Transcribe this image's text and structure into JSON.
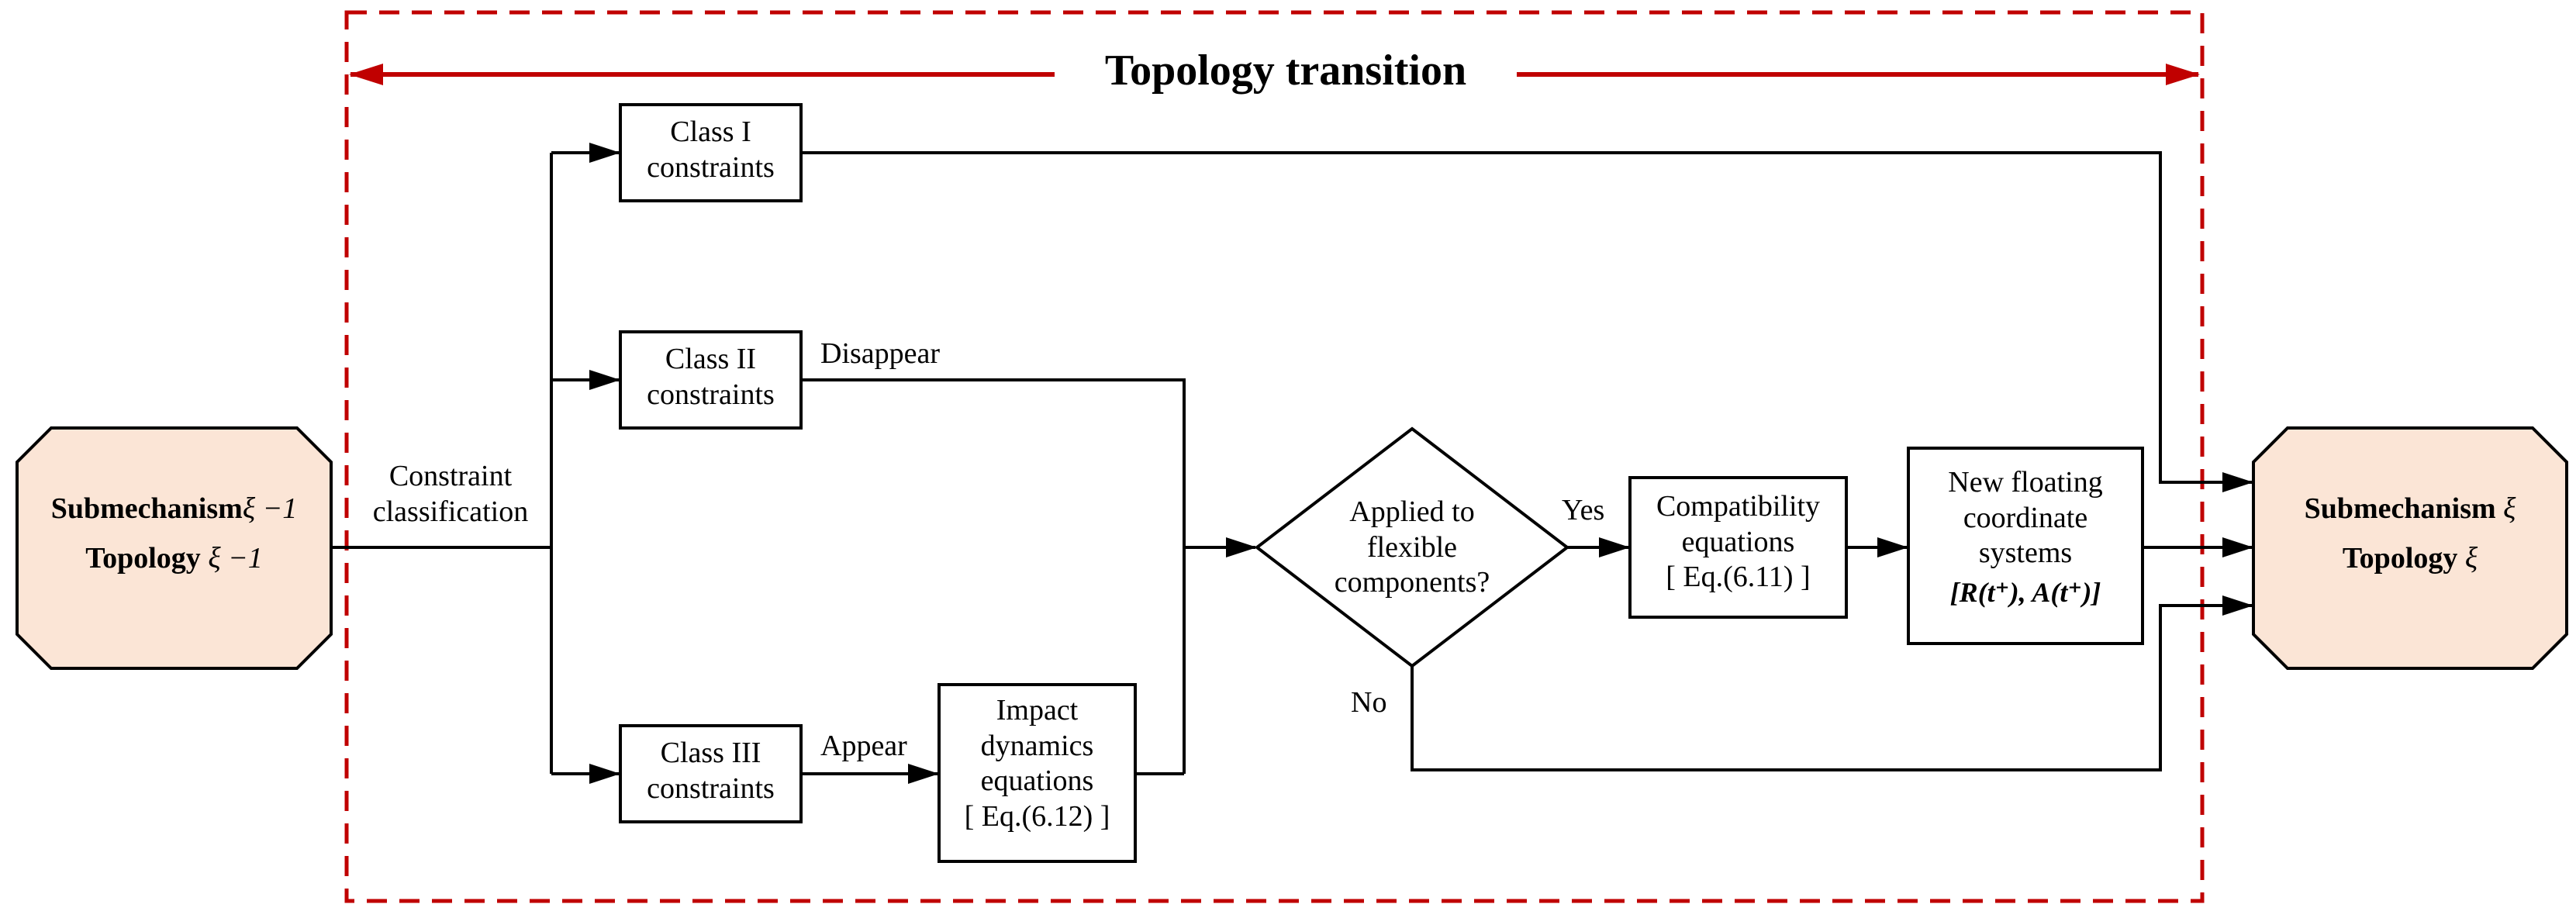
{
  "title": "Topology transition",
  "colors": {
    "dashed_frame": "#c00000",
    "octagon_fill": "#fbe5d6",
    "line": "#000000"
  },
  "left_node": {
    "line1_bold": "Submechanism",
    "line1_sym": "ξ −1",
    "line2_bold": "Topology",
    "line2_sym": "ξ −1"
  },
  "right_node": {
    "line1_bold": "Submechanism",
    "line1_sym": "ξ",
    "line2_bold": "Topology",
    "line2_sym": "ξ"
  },
  "constraint_label": {
    "line1": "Constraint",
    "line2": "classification"
  },
  "class1": {
    "line1": "Class I",
    "line2": "constraints"
  },
  "class2": {
    "line1": "Class II",
    "line2": "constraints"
  },
  "class3": {
    "line1": "Class III",
    "line2": "constraints"
  },
  "disappear": "Disappear",
  "appear": "Appear",
  "impact": {
    "line1": "Impact",
    "line2": "dynamics",
    "line3": "equations",
    "line4": "[ Eq.(6.12) ]"
  },
  "decision": {
    "line1": "Applied to",
    "line2": "flexible",
    "line3": "components?"
  },
  "yes": "Yes",
  "no": "No",
  "compat": {
    "line1": "Compatibility",
    "line2": "equations",
    "line3": "[ Eq.(6.11) ]"
  },
  "floating": {
    "line1": "New floating",
    "line2": "coordinate",
    "line3": "systems",
    "line4": "[R(t⁺), A(t⁺)]"
  }
}
